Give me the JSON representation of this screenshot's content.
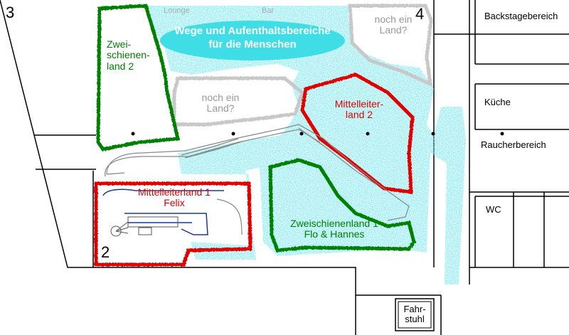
{
  "numbers": {
    "n3": "3",
    "n4": "4",
    "n2": "2"
  },
  "top_labels": {
    "lounge": "Lounge",
    "bar": "Bar"
  },
  "people_area": {
    "line1": "Wege und Aufenthaltsbereiche",
    "line2": "für die Menschen"
  },
  "zones": {
    "zweischienenland2": {
      "line1": "Zwei-",
      "line2": "schienen-",
      "line3": "land 2"
    },
    "noch_ein_land_center": {
      "line1": "noch ein",
      "line2": "Land?"
    },
    "noch_ein_land_top_right": {
      "line1": "noch ein",
      "line2": "Land?"
    },
    "mittelleiterland2": {
      "line1": "Mittelleiter-",
      "line2": "land 2"
    },
    "mittelleiterland1": {
      "line1": "Mittelleiterland 1",
      "line2": "Felix"
    },
    "zweischienenland1": {
      "line1": "Zweischienenland 1",
      "line2": "Flo & Hannes"
    }
  },
  "rooms": {
    "backstage": "Backstagebereich",
    "kueche": "Küche",
    "raucher": "Raucherbereich",
    "wc": "WC",
    "fahrstuhl": {
      "line1": "Fahr-",
      "line2": "stuhl"
    }
  },
  "colors": {
    "green": "#008000",
    "red": "#e00000",
    "grey": "#c8c8c8",
    "cyan": "#7fe8ee",
    "cyan_dark": "#3fd6e0",
    "track": "#888888",
    "blue_track": "#1a3a8c"
  }
}
